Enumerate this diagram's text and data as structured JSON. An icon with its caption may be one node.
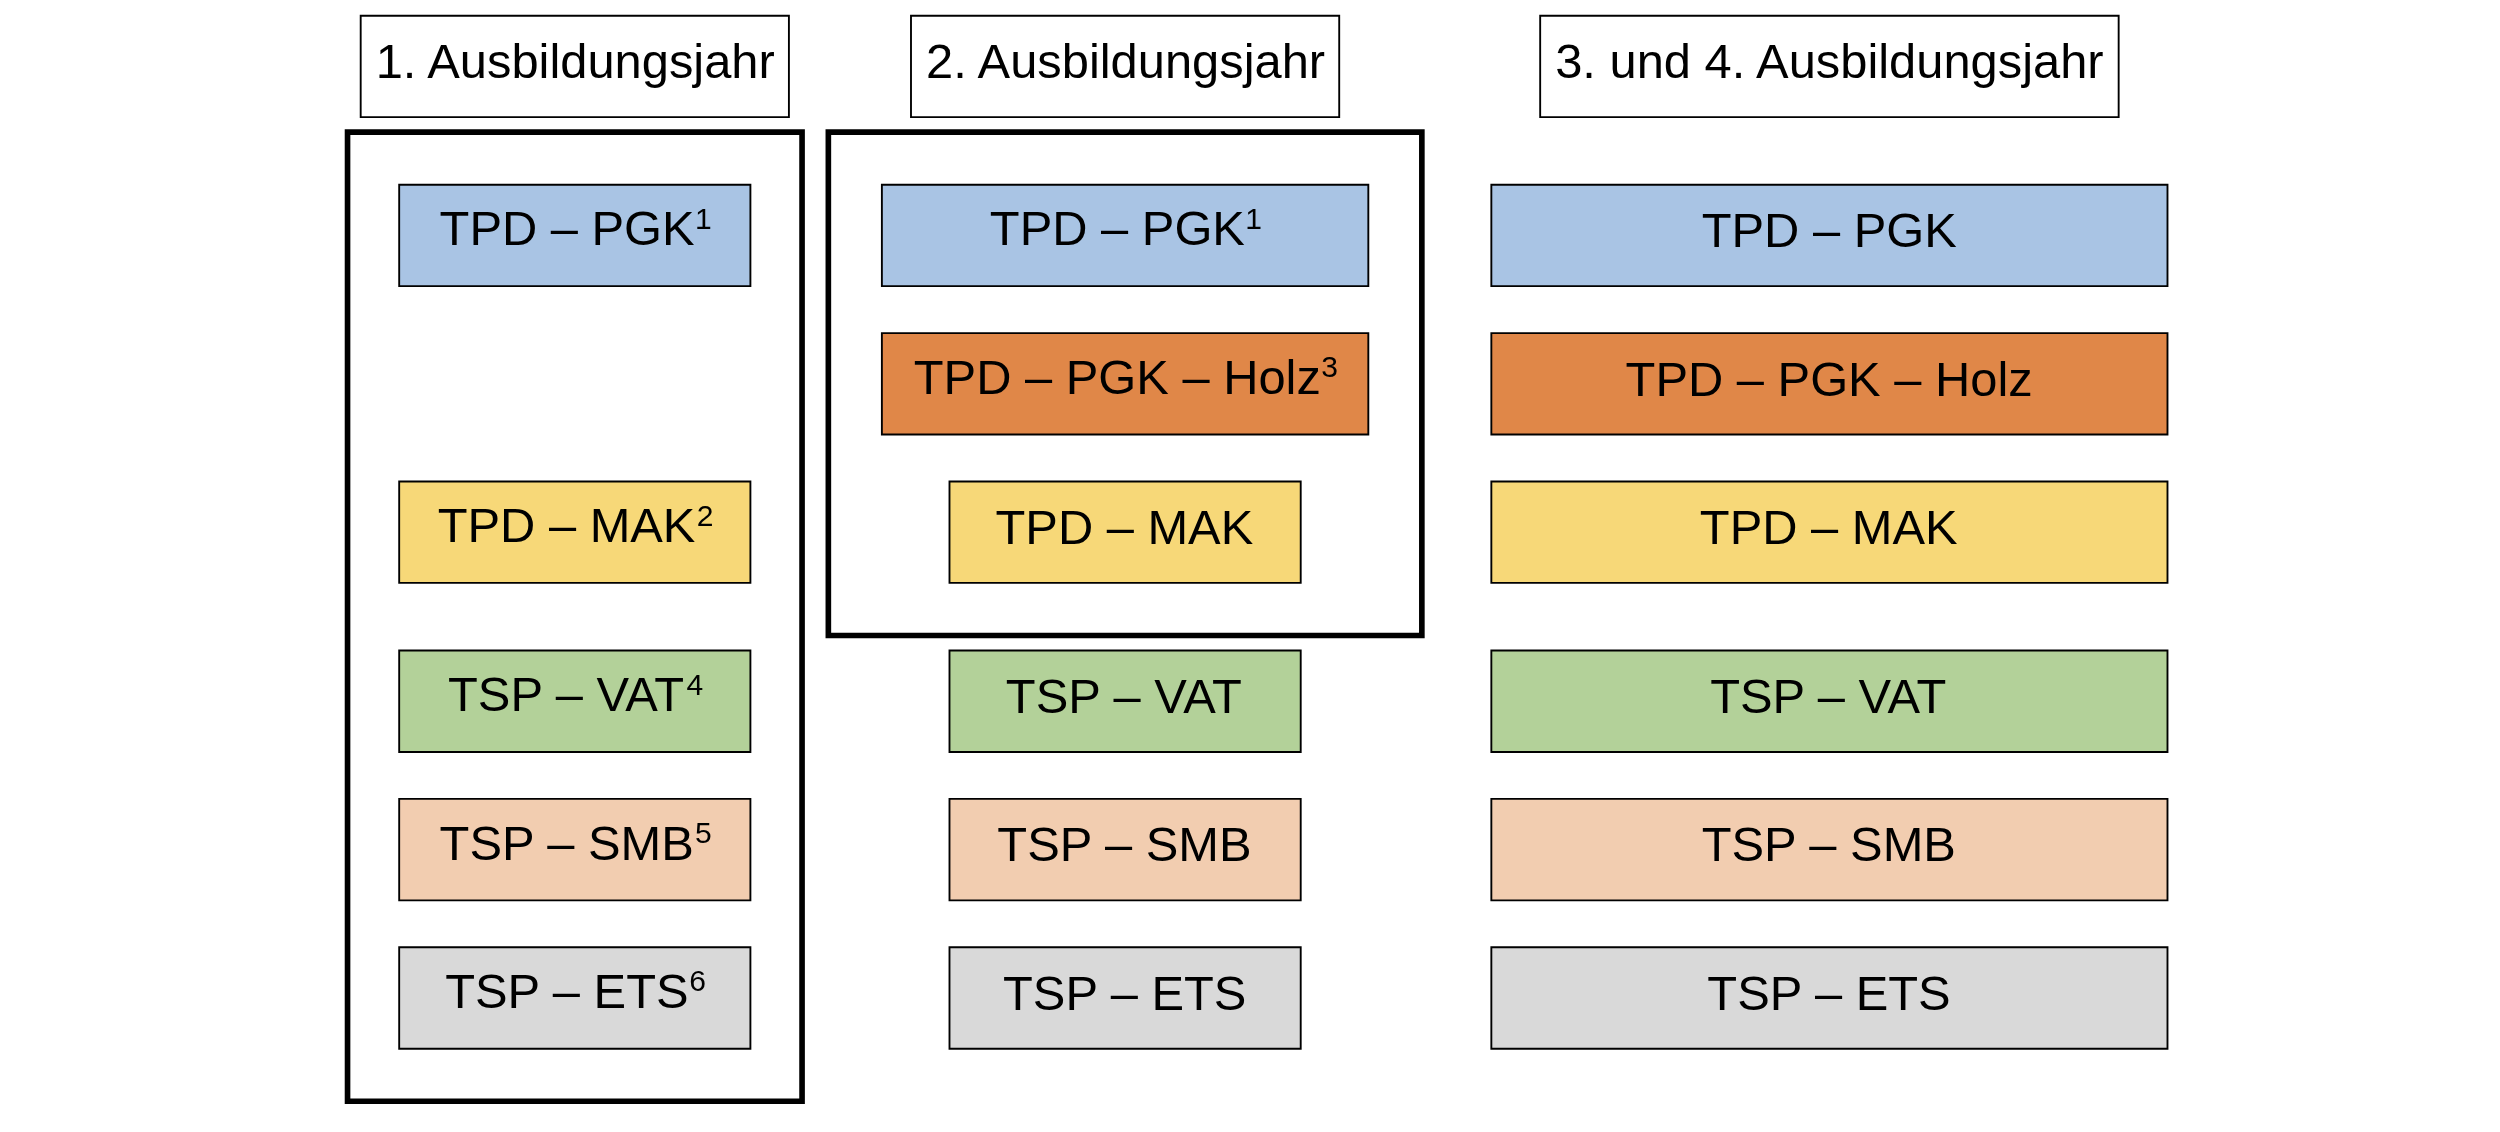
{
  "diagram": {
    "nodes": [
      {
        "text": [
          "1. Ausbildungsjahr"
        ]
      },
      {
        "text": [
          "2. Ausbildungsjahr"
        ]
      },
      {
        "text": [
          "3. und 4. Ausbildungsjahr"
        ]
      },
      {
        "text": [],
        "shape": "box"
      },
      {
        "text": [
          "TPD – PGK$^{1}$"
        ],
        "in": 3
      },
      {
        "text": [
          "TPD – MAK$^{2}$"
        ],
        "in": 3
      },
      {
        "text": [
          "TSP – VAT$^{4}$"
        ],
        "in": 3
      },
      {
        "text": [
          "TSP – SMB$^{5}$"
        ],
        "in": 3
      },
      {
        "text": [
          "TSP – ETS$^{6}$"
        ],
        "in": 3
      },
      {
        "text": [],
        "shape": "box"
      },
      {
        "text": [
          "TPD – PGK$^{1}$"
        ],
        "in": 9
      },
      {
        "text": [
          "TPD – PGK – Holz$^{3}$"
        ],
        "in": 9
      },
      {
        "text": [
          "TPD – MAK"
        ],
        "in": 9
      },
      {
        "text": [
          "TSP – VAT"
        ]
      },
      {
        "text": [
          "TSP – SMB"
        ]
      },
      {
        "text": [
          "TSP – ETS"
        ]
      },
      {
        "text": [
          "TPD – PGK"
        ]
      },
      {
        "text": [
          "TPD – PGK – Holz"
        ]
      },
      {
        "text": [
          "TPD – MAK"
        ]
      },
      {
        "text": [
          "TSP – VAT"
        ]
      },
      {
        "text": [
          "TSP – SMB"
        ]
      },
      {
        "text": [
          "TSP – ETS"
        ]
      }
    ],
    "edges": []
  }
}
